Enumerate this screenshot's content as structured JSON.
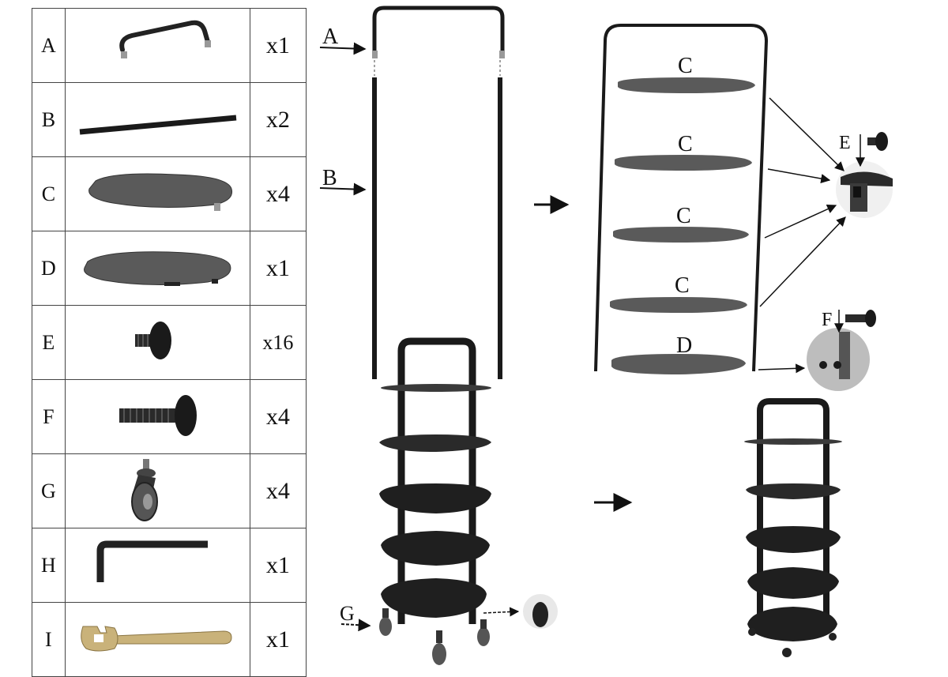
{
  "parts": [
    {
      "letter": "A",
      "qty": "x1",
      "icon": "u-frame-icon"
    },
    {
      "letter": "B",
      "qty": "x2",
      "icon": "rod-icon"
    },
    {
      "letter": "C",
      "qty": "x4",
      "icon": "shelf-icon"
    },
    {
      "letter": "D",
      "qty": "x1",
      "icon": "base-shelf-icon"
    },
    {
      "letter": "E",
      "qty": "x16",
      "icon": "bolt-short-icon"
    },
    {
      "letter": "F",
      "qty": "x4",
      "icon": "bolt-long-icon"
    },
    {
      "letter": "G",
      "qty": "x4",
      "icon": "caster-wheel-icon"
    },
    {
      "letter": "H",
      "qty": "x1",
      "icon": "hex-key-icon"
    },
    {
      "letter": "I",
      "qty": "x1",
      "icon": "wrench-icon"
    }
  ],
  "labels": {
    "a": "A",
    "b": "B",
    "c1": "C",
    "c2": "C",
    "c3": "C",
    "c4": "C",
    "d": "D",
    "e": "E",
    "f": "F",
    "g": "G"
  },
  "colors": {
    "frame": "#1a1a1a",
    "shelf": "#5a5a5a",
    "metal": "#9a9a9a",
    "brass": "#c9b27a"
  }
}
